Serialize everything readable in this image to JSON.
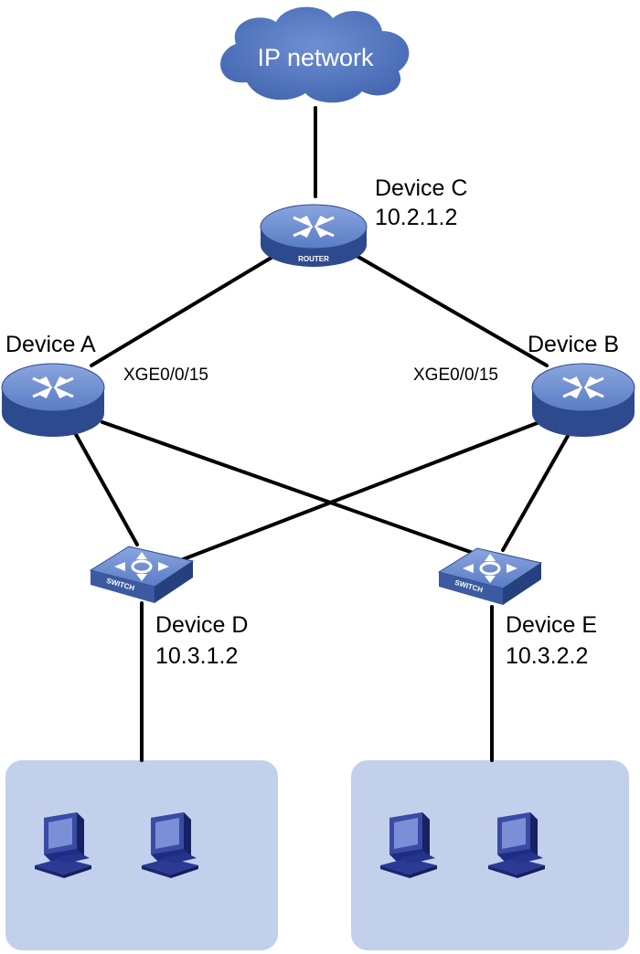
{
  "cloud": {
    "label": "IP network"
  },
  "devices": {
    "c": {
      "name": "Device C",
      "ip": "10.2.1.2",
      "badge": "ROUTER"
    },
    "a": {
      "name": "Device A",
      "port": "XGE0/0/15"
    },
    "b": {
      "name": "Device B",
      "port": "XGE0/0/15"
    },
    "d": {
      "name": "Device D",
      "ip": "10.3.1.2",
      "badge": "SWITCH"
    },
    "e": {
      "name": "Device E",
      "ip": "10.3.2.2",
      "badge": "SWITCH"
    }
  },
  "colors": {
    "cloud": "#4a6db8",
    "device_top": "#6f8fd0",
    "device_side": "#2e4a8e",
    "host_area": "#c2d0ec",
    "pc": "#27368f",
    "link": "#000000"
  }
}
